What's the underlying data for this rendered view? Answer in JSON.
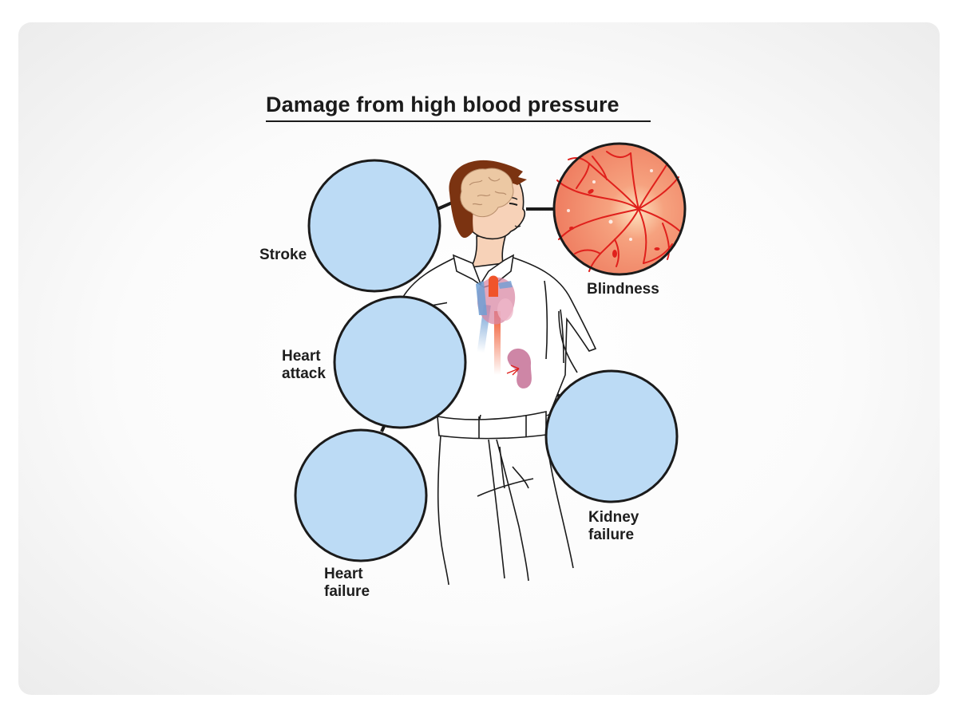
{
  "title": "Damage from high blood pressure",
  "labels": {
    "stroke": "Stroke",
    "blindness": "Blindness",
    "heart_attack": [
      "Heart",
      "attack"
    ],
    "kidney_failure": [
      "Kidney",
      "failure"
    ],
    "heart_failure": [
      "Heart",
      "failure"
    ]
  },
  "colors": {
    "callout_fill": "#bcdbf5",
    "retina": "#f08a6c",
    "vessel": "#e0201c",
    "artery": "#f2702f",
    "vein": "#6f9fd4",
    "heart": "#d98aa6",
    "kidney": "#c9799c",
    "hair": "#7b3311",
    "skin": "#f7d2b8"
  }
}
